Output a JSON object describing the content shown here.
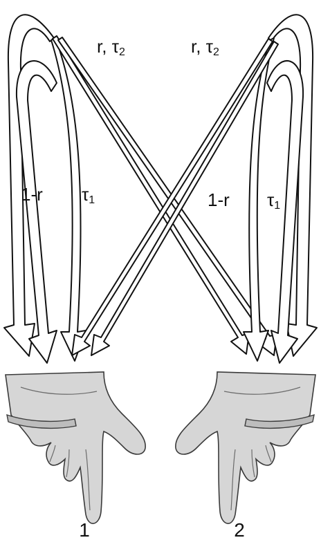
{
  "labels": {
    "left_outer": "r, τ",
    "left_outer_sub": "2",
    "right_outer": "r, τ",
    "right_outer_sub": "2",
    "left_inner_r": "1-r",
    "left_inner_tau": "τ",
    "left_inner_tau_sub": "1",
    "right_inner_r": "1-r",
    "right_inner_tau": "τ",
    "right_inner_tau_sub": "1",
    "hand_left": "1",
    "hand_right": "2"
  },
  "icons": {
    "hand_left": "pointing-hand-icon",
    "hand_right": "pointing-hand-icon"
  },
  "colors": {
    "stroke": "#111111",
    "fill": "#ffffff"
  }
}
